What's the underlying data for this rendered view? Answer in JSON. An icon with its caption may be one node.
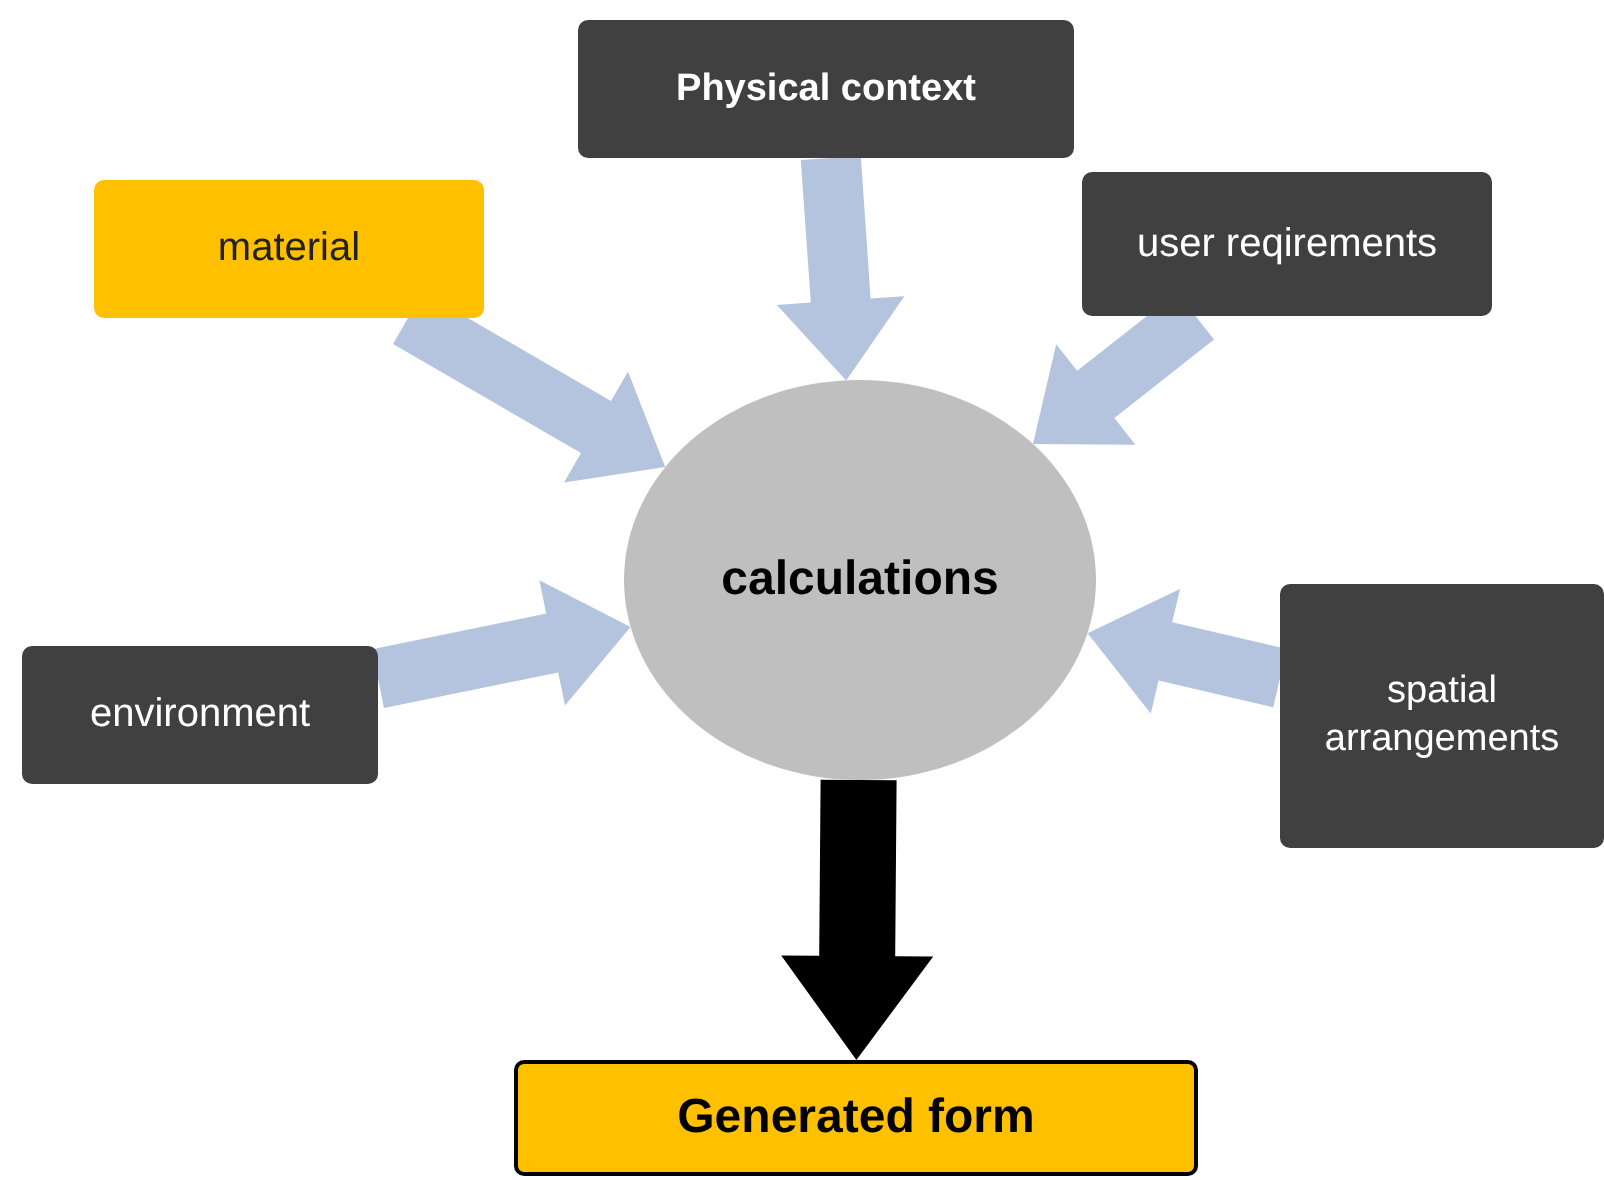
{
  "diagram": {
    "nodes": [
      {
        "text": [
          "Physical context"
        ]
      },
      {
        "text": [
          "material"
        ]
      },
      {
        "text": [
          "user reqirements"
        ]
      },
      {
        "text": [
          "calculations"
        ]
      },
      {
        "text": [
          "environment"
        ]
      },
      {
        "text": [
          "spatial arrangements"
        ]
      },
      {
        "text": [
          "Generated form"
        ]
      }
    ],
    "edges": [
      {
        "from": 0,
        "to": 3,
        "arrow": "to",
        "style": "thick"
      },
      {
        "from": 1,
        "to": 3,
        "arrow": "to",
        "style": "thick"
      },
      {
        "from": 2,
        "to": 3,
        "arrow": "to",
        "style": "thick"
      },
      {
        "from": 4,
        "to": 3,
        "arrow": "to",
        "style": "thick"
      },
      {
        "from": 5,
        "to": 3,
        "arrow": "to",
        "style": "thick"
      },
      {
        "from": 3,
        "to": 6,
        "arrow": "to",
        "style": "thick",
        "color": "#000000"
      }
    ]
  }
}
